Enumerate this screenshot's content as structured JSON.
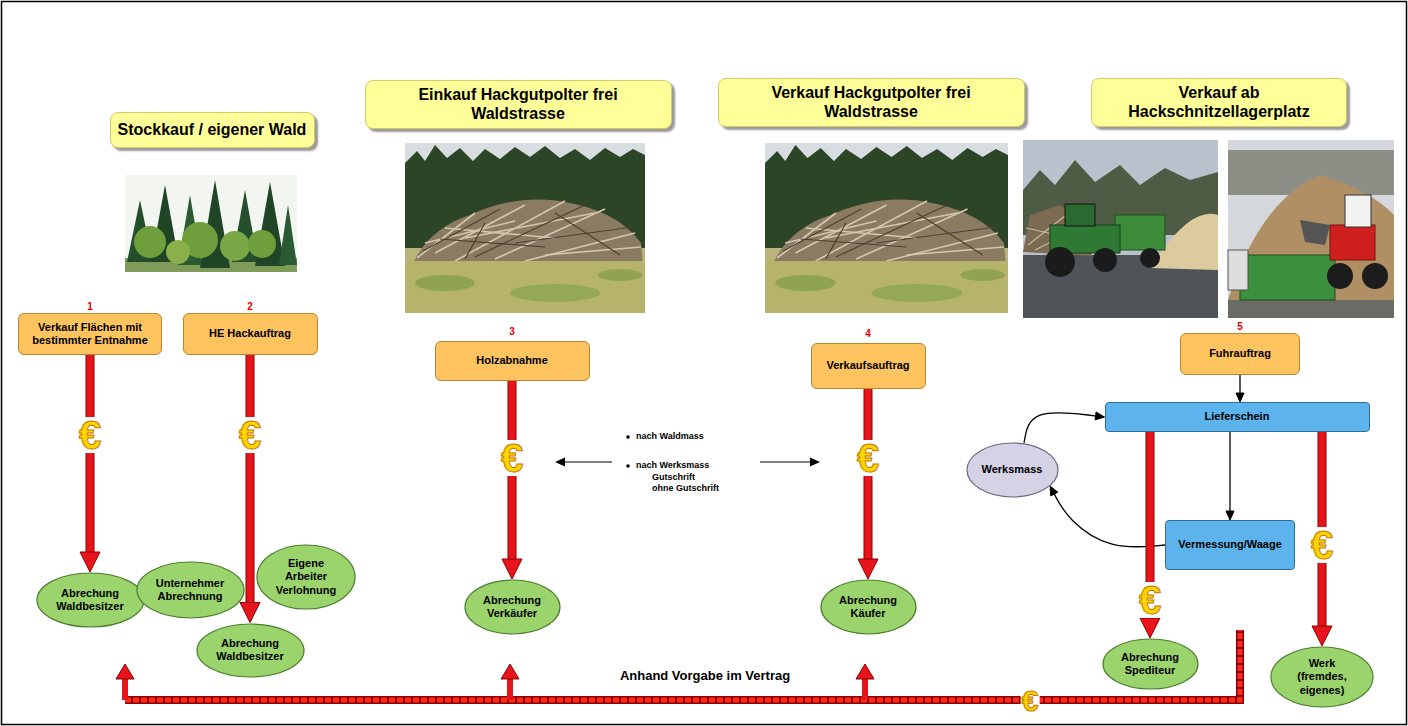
{
  "diagram": {
    "nodes": [
      {
        "text": [
          "Stockkauf / eigener Wald"
        ]
      },
      {
        "text": [
          "Einkauf Hackgutpolter frei Waldstrasse"
        ]
      },
      {
        "text": [
          "Verkauf Hackgutpolter frei Waldstrasse"
        ]
      },
      {
        "text": [
          "Verkauf ab Hackschnitzellagerplatz"
        ]
      },
      {
        "text": [
          "Verkauf Flächen mit bestimmter Entnahme"
        ]
      },
      {
        "text": [
          "HE Hackauftrag"
        ]
      },
      {
        "text": [
          "Holzabnahme"
        ]
      },
      {
        "text": [
          "Verkaufsauftrag"
        ]
      },
      {
        "text": [
          "Fuhrauftrag"
        ]
      },
      {
        "text": [
          "Abrechung Waldbesitzer"
        ]
      },
      {
        "text": [
          "Unternehmer Abrechnung"
        ]
      },
      {
        "text": [
          "Eigene Arbeiter Verlohnung"
        ]
      },
      {
        "text": [
          "Abrechung Waldbesitzer"
        ]
      },
      {
        "text": [
          "Abrechung Verkäufer"
        ]
      },
      {
        "text": [
          "Abrechung Käufer"
        ]
      },
      {
        "text": [
          "Lieferschein"
        ]
      },
      {
        "text": [
          "Werksmass"
        ]
      },
      {
        "text": [
          "Vermessung/Waage"
        ]
      },
      {
        "text": [
          "Abrechung Spediteur"
        ]
      },
      {
        "text": [
          "Werk (fremdes, eigenes)"
        ]
      }
    ],
    "edges": [
      {
        "from": 4,
        "to": 9,
        "arrow": "to",
        "label": "€"
      },
      {
        "from": 5,
        "to": 12,
        "arrow": "to",
        "label": "€"
      },
      {
        "from": 6,
        "to": 13,
        "arrow": "to",
        "label": "€"
      },
      {
        "from": 7,
        "to": 14,
        "arrow": "to",
        "label": "€"
      },
      {
        "from": 8,
        "to": 15,
        "arrow": "to"
      },
      {
        "from": 15,
        "to": 17,
        "arrow": "to"
      },
      {
        "from": 17,
        "to": 16,
        "arrow": "to"
      },
      {
        "from": 16,
        "to": 15,
        "arrow": "to"
      },
      {
        "from": 15,
        "to": 18,
        "arrow": "to",
        "label": "€"
      },
      {
        "from": 15,
        "to": 19,
        "arrow": "to",
        "label": "€"
      }
    ],
    "labels": [
      "1",
      "2",
      "3",
      "4",
      "5",
      "nach Waldmass",
      "nach Werksmass",
      "Gutschrift",
      "ohne Gutschrift",
      "Anhand Vorgabe im Vertrag",
      "€"
    ]
  }
}
